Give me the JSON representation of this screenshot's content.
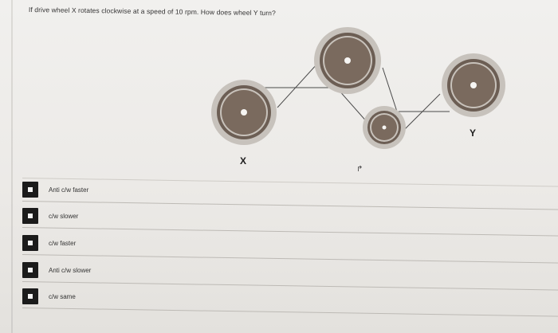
{
  "question": "If drive wheel X rotates clockwise at a speed of 10 rpm. How does wheel Y turn?",
  "diagram": {
    "label_x": "X",
    "label_y": "Y"
  },
  "options": [
    {
      "label": "Anti c/w faster"
    },
    {
      "label": "c/w slower"
    },
    {
      "label": "c/w faster"
    },
    {
      "label": "Anti c/w slower"
    },
    {
      "label": "c/w same"
    }
  ]
}
